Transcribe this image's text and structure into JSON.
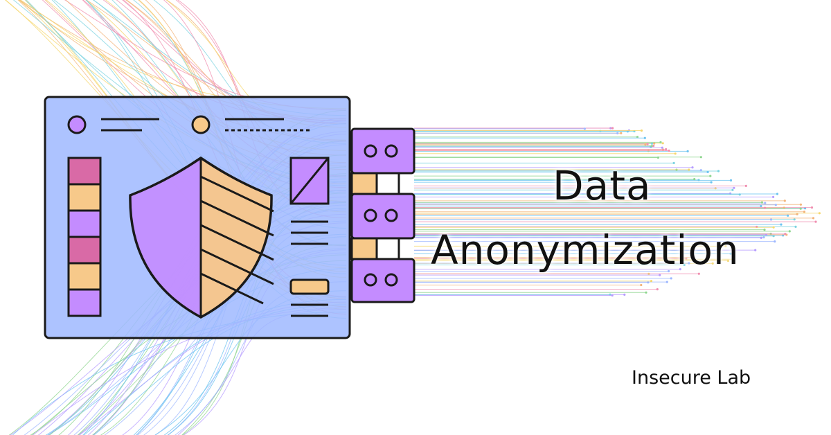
{
  "title_lines": [
    "Data",
    "Anonymization"
  ],
  "brand": "Insecure Lab",
  "colors": {
    "panel": "#9fb8ff",
    "purple": "#c48cff",
    "orange": "#f7c98a",
    "magenta": "#d96aa6",
    "outline": "#1a1a1a",
    "line_palette": [
      "#7bd3e0",
      "#b69cff",
      "#f3b47a",
      "#8fd68f",
      "#f08fb0",
      "#9fb8ff",
      "#f5d76e",
      "#6cc3f0"
    ]
  },
  "icons": [
    "shield-icon",
    "server-stack-icon",
    "profile-dot-icon",
    "image-placeholder-icon"
  ]
}
